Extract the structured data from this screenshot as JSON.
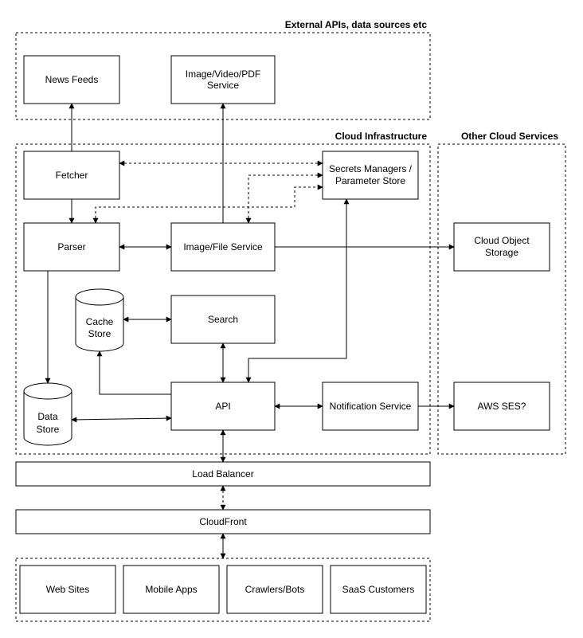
{
  "groups": {
    "external": "External APIs, data sources etc",
    "cloud_infra": "Cloud Infrastructure",
    "other_cloud": "Other Cloud Services"
  },
  "nodes": {
    "news_feeds": "News Feeds",
    "image_video_pdf": [
      "Image/Video/PDF",
      "Service"
    ],
    "fetcher": "Fetcher",
    "secrets": [
      "Secrets Managers /",
      "Parameter Store"
    ],
    "parser": "Parser",
    "image_file_service": "Image/File Service",
    "cloud_object_storage": [
      "Cloud Object",
      "Storage"
    ],
    "cache_store": [
      "Cache",
      "Store"
    ],
    "search": "Search",
    "data_store": [
      "Data",
      "Store"
    ],
    "api": "API",
    "notification_service": "Notification Service",
    "aws_ses": "AWS SES?",
    "load_balancer": "Load Balancer",
    "cloudfront": "CloudFront",
    "web_sites": "Web Sites",
    "mobile_apps": "Mobile Apps",
    "crawlers_bots": "Crawlers/Bots",
    "saas_customers": "SaaS Customers"
  },
  "edges": [
    {
      "from": "fetcher",
      "to": "news_feeds",
      "style": "solid",
      "arrows": "end"
    },
    {
      "from": "fetcher",
      "to": "parser",
      "style": "solid",
      "arrows": "end"
    },
    {
      "from": "fetcher",
      "to": "secrets",
      "style": "dashed",
      "arrows": "both"
    },
    {
      "from": "parser",
      "to": "secrets",
      "style": "dashed",
      "arrows": "both"
    },
    {
      "from": "image_file_service",
      "to": "secrets",
      "style": "dashed",
      "arrows": "both"
    },
    {
      "from": "image_file_service",
      "to": "image_video_pdf",
      "style": "solid",
      "arrows": "end"
    },
    {
      "from": "parser",
      "to": "image_file_service",
      "style": "solid",
      "arrows": "both"
    },
    {
      "from": "image_file_service",
      "to": "cloud_object_storage",
      "style": "solid",
      "arrows": "end"
    },
    {
      "from": "parser",
      "to": "data_store",
      "style": "solid",
      "arrows": "end"
    },
    {
      "from": "cache_store",
      "to": "search",
      "style": "solid",
      "arrows": "both"
    },
    {
      "from": "search",
      "to": "api",
      "style": "solid",
      "arrows": "both"
    },
    {
      "from": "api",
      "to": "cache_store",
      "style": "solid",
      "arrows": "end"
    },
    {
      "from": "api",
      "to": "secrets",
      "style": "solid",
      "arrows": "both"
    },
    {
      "from": "api",
      "to": "data_store",
      "style": "solid",
      "arrows": "both"
    },
    {
      "from": "api",
      "to": "notification_service",
      "style": "solid",
      "arrows": "both"
    },
    {
      "from": "notification_service",
      "to": "aws_ses",
      "style": "solid",
      "arrows": "end"
    },
    {
      "from": "api",
      "to": "load_balancer",
      "style": "solid",
      "arrows": "both"
    },
    {
      "from": "load_balancer",
      "to": "cloudfront",
      "style": "dashed",
      "arrows": "both"
    },
    {
      "from": "cloudfront",
      "to": "clients",
      "style": "solid",
      "arrows": "both"
    }
  ]
}
